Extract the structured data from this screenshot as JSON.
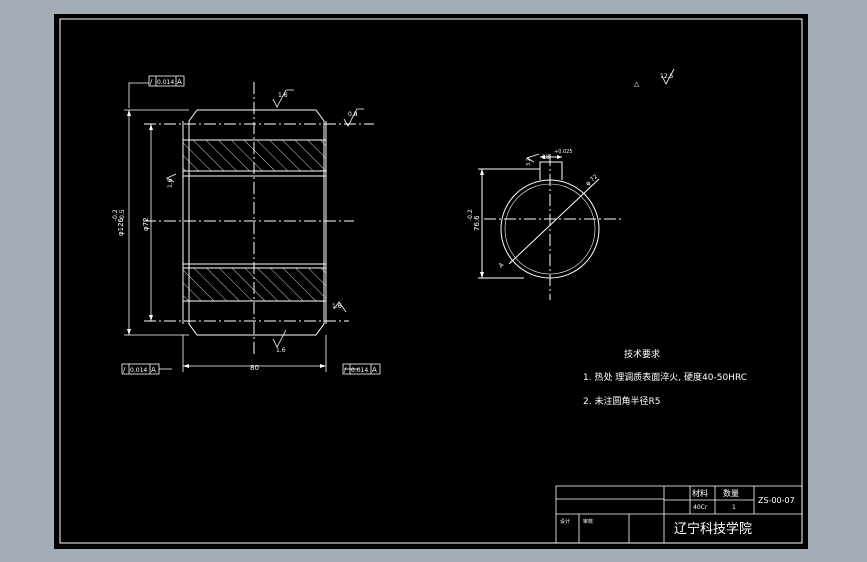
{
  "drawing": {
    "tolerance_frames": [
      {
        "symbol": "/",
        "value": "0.014",
        "datum": "A"
      },
      {
        "symbol": "/",
        "value": "0.014",
        "datum": "A"
      },
      {
        "symbol": "/",
        "value": "0.014",
        "datum": "A"
      }
    ],
    "roughness": {
      "top_left": "1.6",
      "top_right": "0.8",
      "left_bore": "1.6",
      "right_face": "1.6",
      "bottom": "1.6",
      "default": "12.5",
      "default_prefix": "△",
      "keyway_side": "3.2",
      "section_a": "A"
    },
    "dims": {
      "outer_dia": "φ126",
      "outer_dia_tol_top": "-0.2",
      "outer_dia_tol_bot": "-0.5",
      "bore_dia": "φ72",
      "length": "80",
      "keyway_height": "76.6",
      "keyway_height_tol": "-0.2",
      "keyway_width": "18",
      "keyway_width_tol": "+0.025",
      "bore_label": "φ 72"
    }
  },
  "notes": {
    "title": "技术要求",
    "items": [
      "1.  热处 理调质表面淬火, 硬度40-50HRC",
      "2.  未注圆角半径R5"
    ]
  },
  "title_block": {
    "material_label": "材料",
    "material_value": "40Cr",
    "quantity_label": "数量",
    "quantity_value": "1",
    "drawing_no": "ZS-00-07",
    "designer_label": "设计",
    "checker_label": "审核",
    "school": "辽宁科技学院"
  }
}
